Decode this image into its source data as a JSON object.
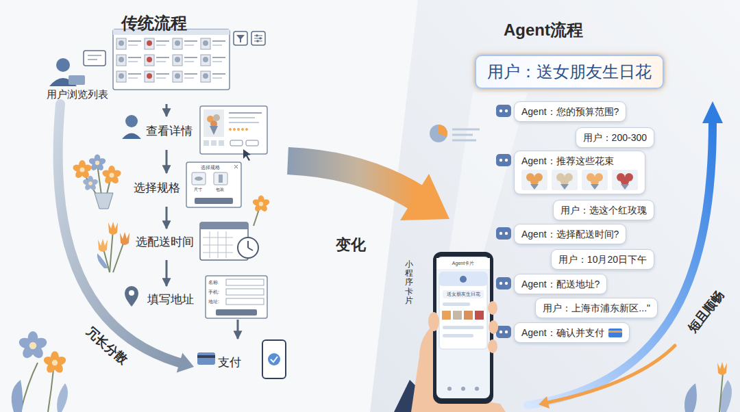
{
  "diagram": {
    "nodes": [
      {
        "text": [
          "用户浏览列表"
        ]
      },
      {
        "text": [
          "查看详情"
        ]
      },
      {
        "text": [
          "选择规格"
        ]
      },
      {
        "text": [
          "选配送时间"
        ]
      },
      {
        "text": [
          "填写地址"
        ]
      },
      {
        "text": [
          "支付"
        ]
      },
      {
        "text": [
          "用户：送女朋友生日花"
        ]
      },
      {
        "text": [
          "Agent：您的预算范围?"
        ]
      },
      {
        "text": [
          "用户：200-300"
        ]
      },
      {
        "text": [
          "Agent：推荐这些花束"
        ]
      },
      {
        "text": [
          "用户：选这个红玫瑰"
        ]
      },
      {
        "text": [
          "Agent：选择配送时间?"
        ]
      },
      {
        "text": [
          "用户：10月20日下午"
        ]
      },
      {
        "text": [
          "Agent：配送地址?"
        ]
      },
      {
        "text": [
          "用户：上海市浦东新区...\""
        ]
      },
      {
        "text": [
          "Agent：确认并支付"
        ]
      }
    ],
    "edges": [
      {
        "from": 0,
        "to": 1,
        "arrow": "to"
      },
      {
        "from": 1,
        "to": 2,
        "arrow": "to"
      },
      {
        "from": 2,
        "to": 3,
        "arrow": "to"
      },
      {
        "from": 3,
        "to": 4,
        "arrow": "to"
      },
      {
        "from": 4,
        "to": 5,
        "arrow": "to"
      }
    ],
    "labels": [
      "传统流程",
      "Agent流程",
      "冗长分散",
      "变化",
      "短且顺畅",
      "小程序卡片",
      "Agent卡片",
      "送女朋友生日花",
      "选择规格",
      "尺寸",
      "包装",
      "名称",
      "手机:",
      "地址:"
    ]
  }
}
